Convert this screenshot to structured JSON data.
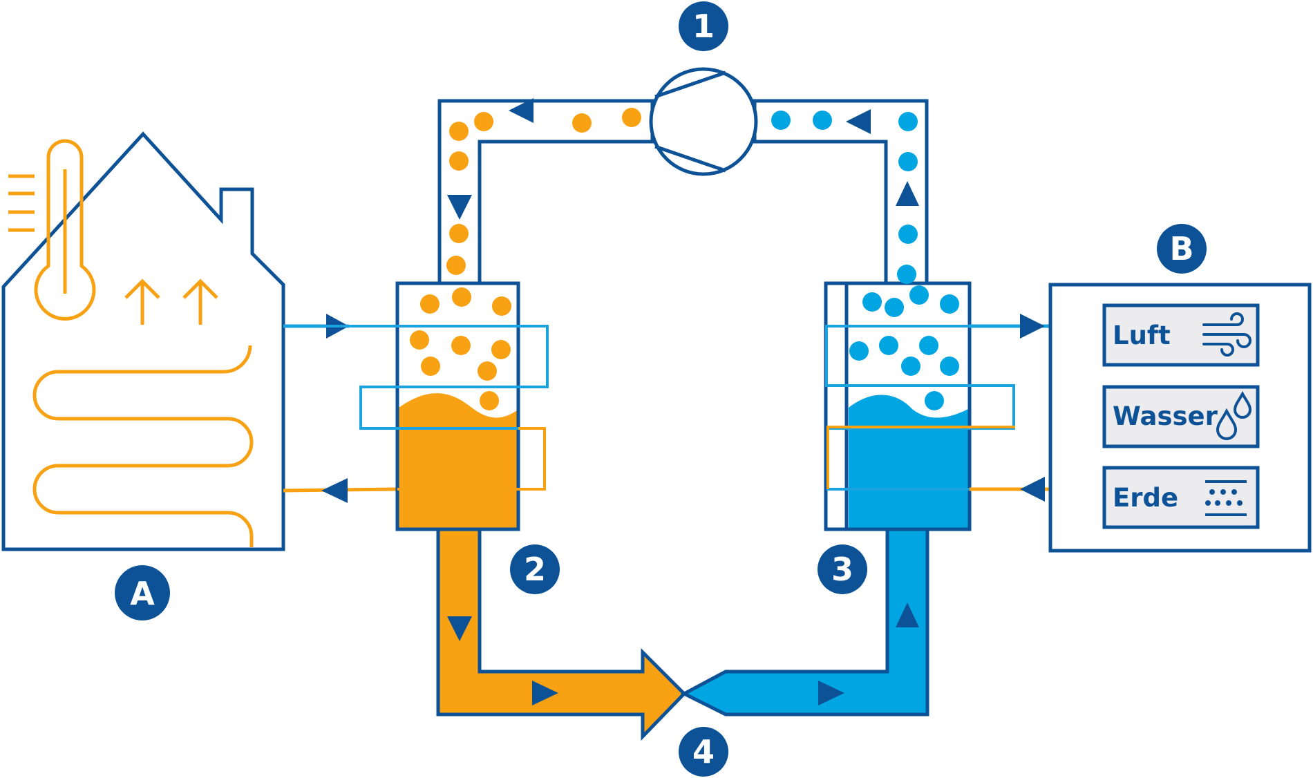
{
  "colors": {
    "dark_blue": "#0d5296",
    "hot_orange": "#f8a113",
    "cold_blue": "#00a5e1",
    "light_blue": "#1aa3df",
    "panel_fill": "#ececee",
    "white": "#ffffff"
  },
  "badges": {
    "compressor": "1",
    "condenser": "2",
    "evaporator": "3",
    "expansion_valve": "4",
    "house": "A",
    "source": "B"
  },
  "sources": [
    {
      "label": "Luft",
      "icon": "wind-icon"
    },
    {
      "label": "Wasser",
      "icon": "water-drops-icon"
    },
    {
      "label": "Erde",
      "icon": "soil-icon"
    }
  ],
  "icons": {
    "thermometer": "thermometer-icon",
    "heat_rise": "arrow-up-icon",
    "floor_heating": "floor-heating-coil-icon",
    "house": "house-icon",
    "compressor": "compressor-icon"
  }
}
